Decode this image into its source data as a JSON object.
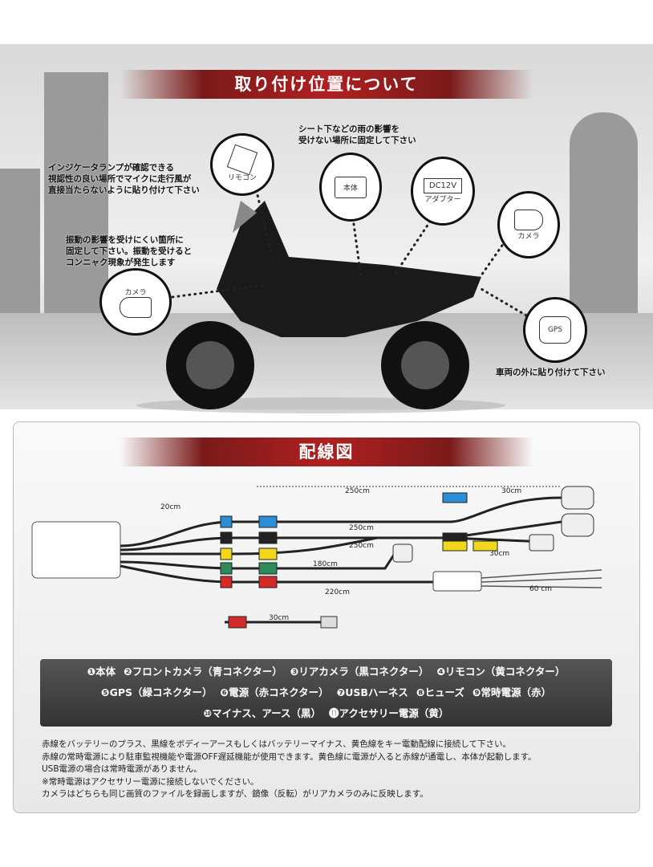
{
  "install": {
    "title": "取り付け位置について",
    "note_indicator": [
      "インジケータランプが確認できる",
      "視認性の良い場所でマイクに走行風が",
      "直接当たらないように貼り付けて下さい"
    ],
    "note_seat": [
      "シート下などの雨の影響を",
      "受けない場所に固定して下さい"
    ],
    "note_vibration": [
      "振動の影響を受けにくい箇所に",
      "固定して下さい。振動を受けると",
      "コンニャク現象が発生します"
    ],
    "note_gps": "車両の外に貼り付けて下さい",
    "remote": "リモコン",
    "unit": "本体",
    "adapter_dc": "DC12V",
    "adapter": "アダプター",
    "camera_rear": "カメラ",
    "camera_front": "カメラ",
    "gps": "GPS"
  },
  "wiring": {
    "title": "配線図",
    "dims": {
      "d20": "20cm",
      "d250a": "250cm",
      "d30a": "30cm",
      "d250b": "250cm",
      "d250c": "250cm",
      "d30b": "30cm",
      "d180": "180cm",
      "d220": "220cm",
      "d60": "60 cm",
      "d30c": "30cm"
    },
    "wire_colors": {
      "blue": "#2a8fd6",
      "black": "#222222",
      "yellow": "#f2d81c",
      "green": "#2f8a5a",
      "red": "#d42a2a"
    },
    "legend_lines": [
      [
        "❶本体",
        "❷フロントカメラ（青コネクター）",
        "❸リアカメラ（黒コネクター）",
        "❹リモコン（黄コネクター）"
      ],
      [
        "❺GPS（緑コネクター）",
        "❻電源（赤コネクター）",
        "❼USBハーネス",
        "❽ヒューズ",
        "❾常時電源（赤）"
      ],
      [
        "❿マイナス、アース（黒）",
        "⓫アクセサリー電源（黄）"
      ]
    ],
    "notes": [
      "赤線をバッテリーのプラス、黒線をボディーアースもしくはバッテリーマイナス、黄色線をキー電動配線に接続して下さい。",
      "赤線の常時電源により駐車監視機能や電源OFF遅延機能が使用できます。黄色線に電源が入ると赤線が通電し、本体が起動します。",
      "USB電源の場合は常時電源がありません。",
      "※常時電源はアクセサリー電源に接続しないでください。",
      "カメラはどちらも同じ画質のファイルを録画しますが、鏡像（反転）がリアカメラのみに反映します。"
    ]
  }
}
